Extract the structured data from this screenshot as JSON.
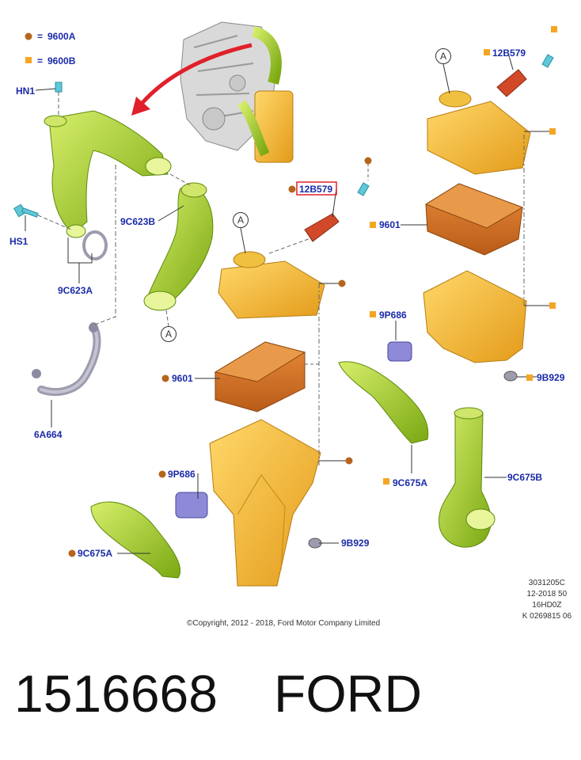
{
  "legend": [
    {
      "symbol": "circle",
      "color": "#b5651d",
      "text": "9600A"
    },
    {
      "symbol": "square",
      "color": "#f4a623",
      "text": "9600B"
    }
  ],
  "legend_equals": "=",
  "circle_marker": "A",
  "labels": {
    "hn1": "HN1",
    "hs1": "HS1",
    "c623a": "9C623A",
    "c623b": "9C623B",
    "a664": "6A664",
    "b579_mid": "12B579",
    "b579_right": "12B579",
    "f9601_mid": "9601",
    "f9601_right": "9601",
    "p686_mid": "9P686",
    "p686_right": "9P686",
    "c675a_left": "9C675A",
    "c675a_right": "9C675A",
    "c675b": "9C675B",
    "b929_mid": "9B929",
    "b929_right": "9B929"
  },
  "meta_lines": [
    "3031205C",
    "12-2018 50",
    "16HD0Z",
    "K 0269815 06"
  ],
  "copyright": "©Copyright, 2012 - 2018, Ford Motor Company Limited",
  "footer": {
    "part_number": "1516668",
    "brand": "FORD"
  },
  "colors": {
    "label_blue": "#1a2aa8",
    "highlight_red": "#e0202a",
    "hose_green": "#9ccc1c",
    "housing_orange": "#f5b82e",
    "filter_brown": "#d9772a",
    "bolt_cyan": "#5ec8d8",
    "sensor_red": "#d2492a",
    "sensor_purple": "#8e8ad8",
    "pipe_gray": "#9c9cae"
  }
}
